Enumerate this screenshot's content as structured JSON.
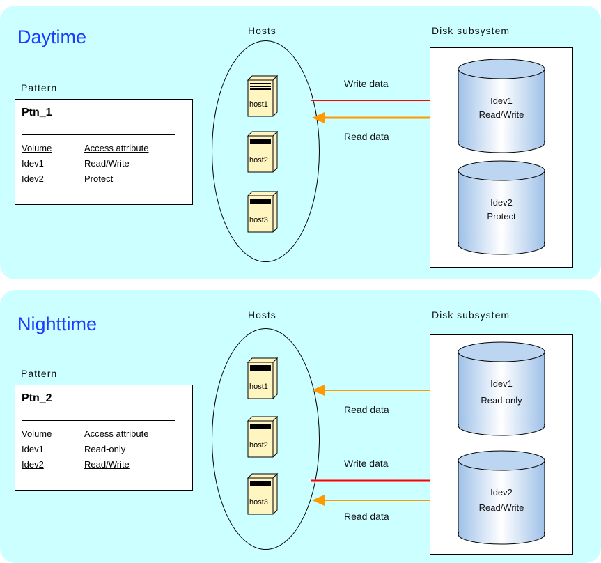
{
  "daytime": {
    "title": "Daytime",
    "hosts_label": "Hosts",
    "disk_label": "Disk subsystem",
    "pattern_label": "Pattern",
    "pattern_name": "Ptn_1",
    "col_volume": "Volume",
    "col_access": "Access attribute",
    "rows": [
      {
        "volume": "Idev1",
        "access": "Read/Write"
      },
      {
        "volume": "Idev2",
        "access": "Protect"
      }
    ],
    "hosts": [
      "host1",
      "host2",
      "host3"
    ],
    "disks": [
      {
        "name": "Idev1",
        "attr": "Read/Write"
      },
      {
        "name": "Idev2",
        "attr": "Protect"
      }
    ],
    "arrows": [
      {
        "label": "Write data"
      },
      {
        "label": "Read data"
      }
    ]
  },
  "nighttime": {
    "title": "Nighttime",
    "hosts_label": "Hosts",
    "disk_label": "Disk subsystem",
    "pattern_label": "Pattern",
    "pattern_name": "Ptn_2",
    "col_volume": "Volume",
    "col_access": "Access attribute",
    "rows": [
      {
        "volume": "Idev1",
        "access": "Read-only"
      },
      {
        "volume": "Idev2",
        "access": "Read/Write"
      }
    ],
    "hosts": [
      "host1",
      "host2",
      "host3"
    ],
    "disks": [
      {
        "name": "Idev1",
        "attr": "Read-only"
      },
      {
        "name": "Idev2",
        "attr": "Read/Write"
      }
    ],
    "arrows": [
      {
        "label": "Read data"
      },
      {
        "label": "Write data"
      },
      {
        "label": "Read data"
      }
    ]
  },
  "colors": {
    "panel": "#ccffff",
    "title": "#1a3cff",
    "write_arrow": "#ff0000",
    "read_arrow": "#ff9900",
    "host_body": "#fff5c0",
    "cylinder": "#b7d3f0"
  },
  "icons": [
    "server-icon",
    "disk-cylinder-icon"
  ]
}
